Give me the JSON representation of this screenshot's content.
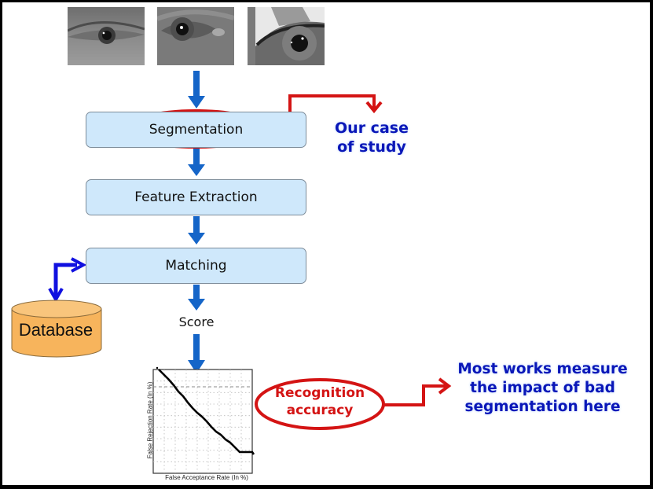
{
  "input_images": [
    {
      "name": "eye-image-1",
      "description": "grayscale NIR eye image, narrow open eye"
    },
    {
      "name": "eye-image-2",
      "description": "grayscale NIR eye image, iris with bright reflection"
    },
    {
      "name": "eye-image-3",
      "description": "high contrast grayscale eye close-up with eyelashes"
    }
  ],
  "pipeline": {
    "stages": [
      {
        "label": "Segmentation",
        "highlighted": true
      },
      {
        "label": "Feature Extraction",
        "highlighted": false
      },
      {
        "label": "Matching",
        "highlighted": false
      }
    ],
    "score_label": "Score",
    "database_label": "Database"
  },
  "annotations": {
    "case_study": {
      "line1": "Our case",
      "line2": "of study"
    },
    "recognition": {
      "line1": "Recognition",
      "line2": "accuracy"
    },
    "most_works": {
      "line1": "Most works measure",
      "line2": "the impact of bad",
      "line3": "segmentation here"
    }
  },
  "det_plot": {
    "xlabel": "False Acceptance Rate (In %)",
    "ylabel": "False Rejection Rate (In %)"
  },
  "colors": {
    "flow_arrow": "#1565c8",
    "db_arrow": "#1010e0",
    "highlight_red": "#d41414",
    "note_blue": "#0a17b8",
    "stage_fill": "#cfe8fb",
    "database_fill": "#f7b45c"
  }
}
